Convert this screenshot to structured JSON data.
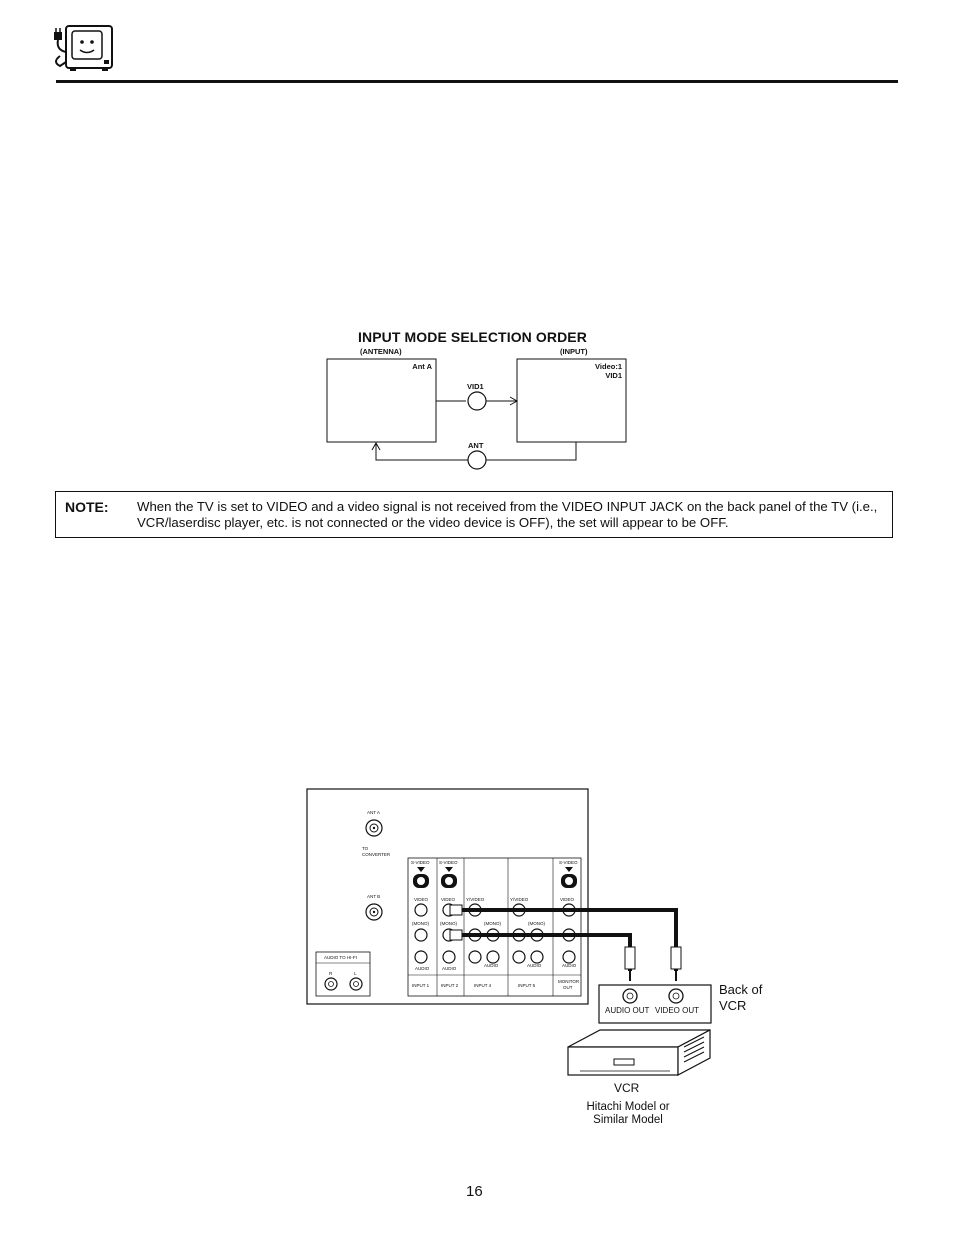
{
  "diagram": {
    "title": "INPUT MODE SELECTION ORDER",
    "left_header": "(ANTENNA)",
    "right_header": "(INPUT)",
    "left_box_text": "Ant A",
    "right_box_text_1": "Video:1",
    "right_box_text_2": "VID1",
    "top_node": "VID1",
    "bottom_node": "ANT"
  },
  "note": {
    "label": "NOTE:",
    "text": "When the TV is set to VIDEO and a video signal is not received from the VIDEO INPUT JACK on the back panel of the TV (i.e., VCR/laserdisc player, etc. is not connected or the video device is OFF), the set will appear to be OFF."
  },
  "panel": {
    "ant_a": "ANT A",
    "to_converter_1": "TO",
    "to_converter_2": "CONVERTER",
    "ant_b": "ANT B",
    "hifi": "AUDIO TO HI-FI",
    "r": "R",
    "l": "L",
    "svideo": "S-VIDEO",
    "video": "VIDEO",
    "yvideo": "Y/VIDEO",
    "mono": "(MONO)",
    "audio": "AUDIO",
    "input1": "INPUT 1",
    "input2": "INPUT 2",
    "input4": "INPUT 4",
    "input5": "INPUT 5",
    "monitor_1": "MONITOR",
    "monitor_2": "OUT"
  },
  "vcr": {
    "audio_out": "AUDIO OUT",
    "video_out": "VIDEO OUT",
    "back_of_1": "Back of",
    "back_of_2": "VCR",
    "caption": "VCR",
    "model_1": "Hitachi Model or",
    "model_2": "Similar Model"
  },
  "page_number": "16"
}
